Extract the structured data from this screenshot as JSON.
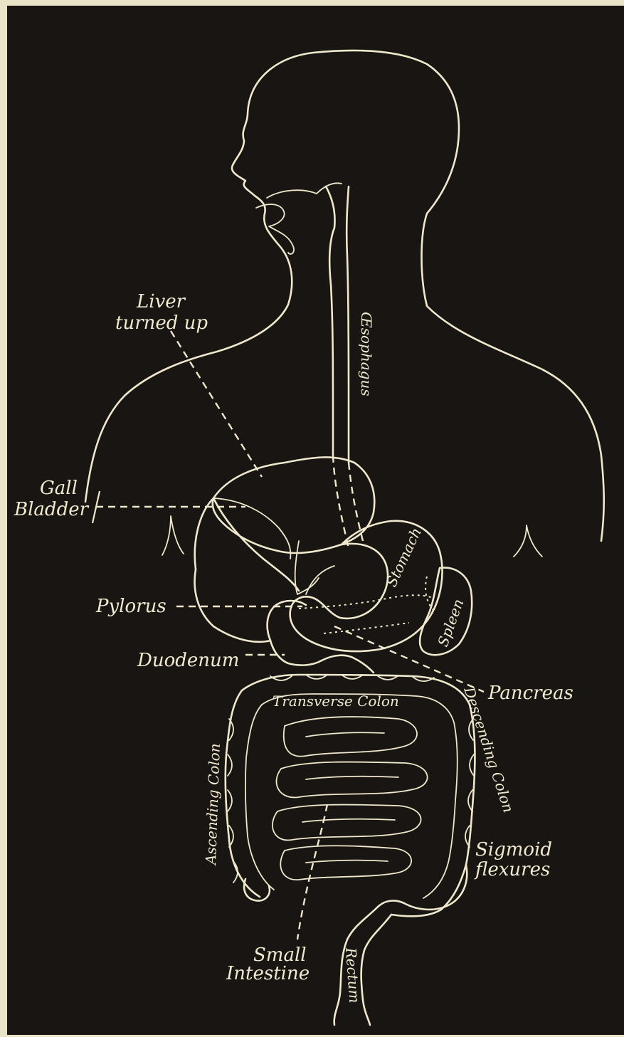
{
  "colors": {
    "paper": "#e9e3c8",
    "background": "#181512",
    "ink": "#efe8cc"
  },
  "labels": {
    "liver_line1": "Liver",
    "liver_line2": "turned up",
    "oesophagus": "Œsophagus",
    "gall_line1": "Gall",
    "gall_line2": "Bladder",
    "pylorus": "Pylorus",
    "stomach": "Stomach",
    "spleen": "Spleen",
    "duodenum": "Duodenum",
    "pancreas": "Pancreas",
    "transverse_colon": "Transverse Colon",
    "descending_colon": "Descending Colon",
    "ascending_colon": "Ascending Colon",
    "sigmoid_line1": "Sigmoid",
    "sigmoid_line2": "flexures",
    "small_line1": "Small",
    "small_line2": "Intestine",
    "rectum": "Rectum"
  }
}
